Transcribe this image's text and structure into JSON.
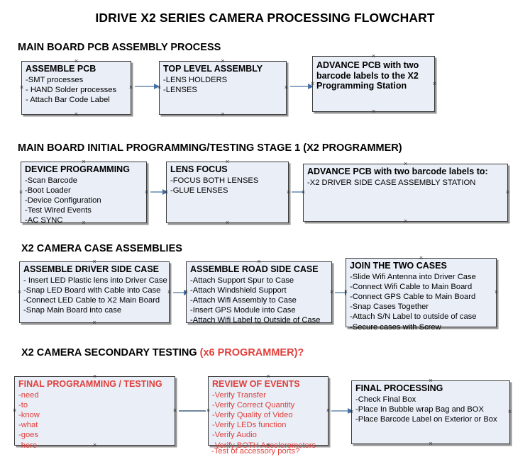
{
  "document": {
    "title": "IDRIVE X2  SERIES CAMERA PROCESSING FLOWCHART"
  },
  "colors": {
    "box_fill": "#e9eef7",
    "box_border": "#3c3c3c",
    "connector": "#8ba7c4",
    "arrow": "#4472a8",
    "accent_red": "#e0403c",
    "text": "#000000"
  },
  "sections": [
    {
      "heading": "MAIN BOARD PCB ASSEMBLY PROCESS",
      "heading_accent": "",
      "boxes": [
        {
          "title": "ASSEMBLE PCB",
          "lines": [
            "-SMT processes",
            "- HAND Solder processes",
            "- Attach Bar Code Label"
          ]
        },
        {
          "title": "TOP LEVEL ASSEMBLY",
          "lines": [
            "-LENS HOLDERS",
            "-LENSES"
          ]
        },
        {
          "title": "ADVANCE PCB with two barcode labels to the  X2 Programming Station",
          "lines": []
        }
      ]
    },
    {
      "heading": "MAIN BOARD INITIAL PROGRAMMING/TESTING STAGE 1 (X2 PROGRAMMER)",
      "heading_accent": "",
      "boxes": [
        {
          "title": "DEVICE PROGRAMMING",
          "lines": [
            "-Scan Barcode",
            "-Boot Loader",
            "-Device Configuration",
            "-Test Wired Events",
            "-AC SYNC"
          ]
        },
        {
          "title": "LENS FOCUS",
          "lines": [
            "-FOCUS BOTH LENSES",
            "-GLUE LENSES"
          ]
        },
        {
          "title": "ADVANCE PCB with two barcode labels to:",
          "lines": [
            "-X2 DRIVER  SIDE  CASE  ASSEMBLY STATION"
          ]
        }
      ]
    },
    {
      "heading": "X2 CAMERA CASE ASSEMBLIES",
      "heading_accent": "",
      "boxes": [
        {
          "title": "ASSEMBLE DRIVER SIDE CASE",
          "lines": [
            "- Insert LED Plastic lens into Driver Case",
            "-Snap LED Board with Cable into Case",
            "-Connect LED Cable to X2 Main Board",
            "-Snap Main Board into case"
          ]
        },
        {
          "title": "ASSEMBLE ROAD SIDE CASE",
          "lines": [
            "-Attach Support Spur to Case",
            "-Attach Windshield Support",
            "-Attach Wifi Assembly to Case",
            "-Insert GPS Module into Case",
            "-Attach Wifi Label to Outside of Case"
          ]
        },
        {
          "title": "JOIN THE TWO CASES",
          "lines": [
            "-Slide Wifi Antenna into Driver Case",
            "-Connect Wifi Cable to Main Board",
            "-Connect GPS Cable to Main Board",
            "-Snap Cases Together",
            "-Attach S/N Label to outside of case",
            "-Secure cases with Screw"
          ]
        }
      ]
    },
    {
      "heading": "X2 CAMERA SECONDARY TESTING ",
      "heading_accent": "(x6 PROGRAMMER)?",
      "boxes": [
        {
          "title": "FINAL PROGRAMMING / TESTING",
          "lines": [
            "-need",
            "-to",
            "-know",
            "-what",
            "-goes",
            "-here"
          ]
        },
        {
          "title": "REVIEW OF EVENTS",
          "lines": [
            "-Verify Transfer",
            "-Verify Correct Quantity",
            "-Verify Quality of Video",
            "-Verify LEDs function",
            "-Verify Audio",
            "-Verify BOTH Accelerometers"
          ],
          "overflow_line": "-Test of accessory ports?"
        },
        {
          "title": "FINAL PROCESSING",
          "lines": [
            " -Check Final Box",
            "-Place In Bubble wrap Bag and BOX",
            "-Place Barcode Label on Exterior or Box"
          ]
        }
      ]
    }
  ],
  "handle_glyph": "×"
}
